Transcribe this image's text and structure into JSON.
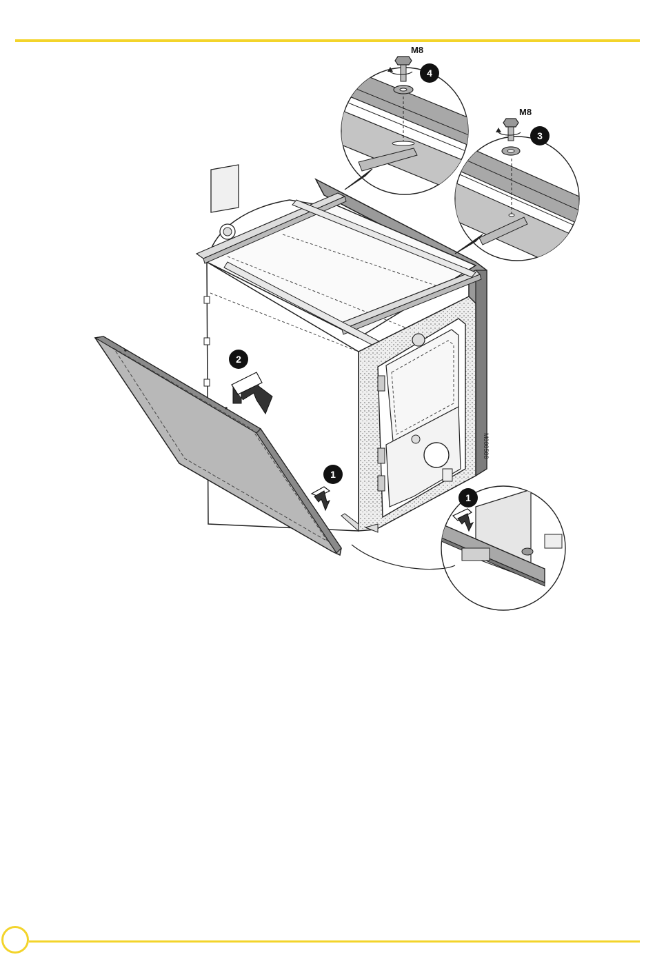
{
  "figure": {
    "fastener_detail_4": {
      "label": "M8",
      "step": "4"
    },
    "fastener_detail_3": {
      "label": "M8",
      "step": "3"
    },
    "step_2": "2",
    "step_1_main": "1",
    "step_1_detail": "1",
    "code": "M000508"
  },
  "colors": {
    "accent": "#f3d42b",
    "panel_fill": "#b8b8b8",
    "panel_dark": "#8a8a8a",
    "line": "#222222"
  }
}
